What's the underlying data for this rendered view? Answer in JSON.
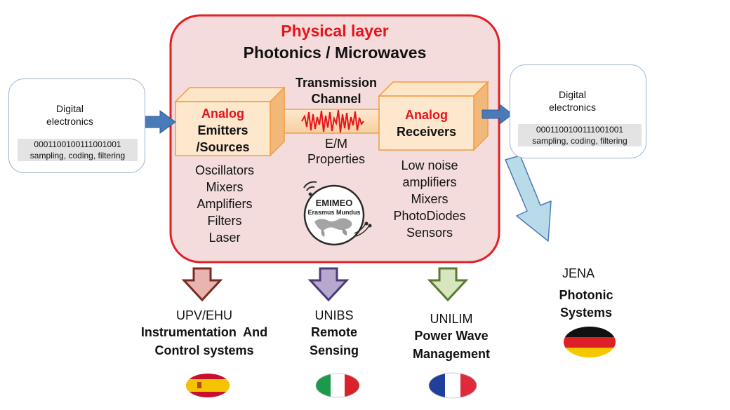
{
  "physical_layer": {
    "title": "Physical layer",
    "subtitle": "Photonics / Microwaves"
  },
  "left_module": {
    "label_line1": "Digital",
    "label_line2": "electronics",
    "bits": "0001100100111001001",
    "processing": "sampling,  coding,  filtering"
  },
  "right_module": {
    "label_line1": "Digital",
    "label_line2": "electronics",
    "bits": "0001100100111001001",
    "processing": "sampling,  coding,  filtering"
  },
  "emitters": {
    "heading": "Analog",
    "line1": "Emitters",
    "line2": "/Sources",
    "components": [
      "Oscillators",
      "Mixers",
      "Amplifiers",
      "Filters",
      "Laser"
    ]
  },
  "channel": {
    "line1": "Transmission",
    "line2": "Channel",
    "prop1": "E/M",
    "prop2": "Properties"
  },
  "receivers": {
    "heading": "Analog",
    "line1": "Receivers",
    "components": [
      "Low noise",
      "amplifiers",
      "Mixers",
      "PhotoDiodes",
      "Sensors"
    ]
  },
  "logo": {
    "name": "EMIMEO",
    "tagline": "Erasmus Mundus"
  },
  "partners": [
    {
      "code": "UPV/EHU",
      "line1": "Instrumentation  And",
      "line2": "Control systems",
      "arrow_color": "#e9b3b0",
      "flag": "spain-flag"
    },
    {
      "code": "UNIBS",
      "line1": "Remote",
      "line2": "Sensing",
      "arrow_color": "#b7a8cf",
      "flag": "italy-flag"
    },
    {
      "code": "UNILIM",
      "line1": "Power Wave",
      "line2": "Management",
      "arrow_color": "#d6e6bf",
      "flag": "france-flag"
    },
    {
      "code": "JENA",
      "line1": "Photonic",
      "line2": "Systems",
      "arrow_color": "#b9dbe9",
      "flag": "germany-flag"
    }
  ],
  "colors": {
    "panel_fill": "#f4dcdc",
    "panel_border": "#e31f26",
    "block_fill": "#fde5c8",
    "block_border": "#f39c40",
    "arrow_blue": "#4a7ab8",
    "accent_red": "#e8121b"
  }
}
